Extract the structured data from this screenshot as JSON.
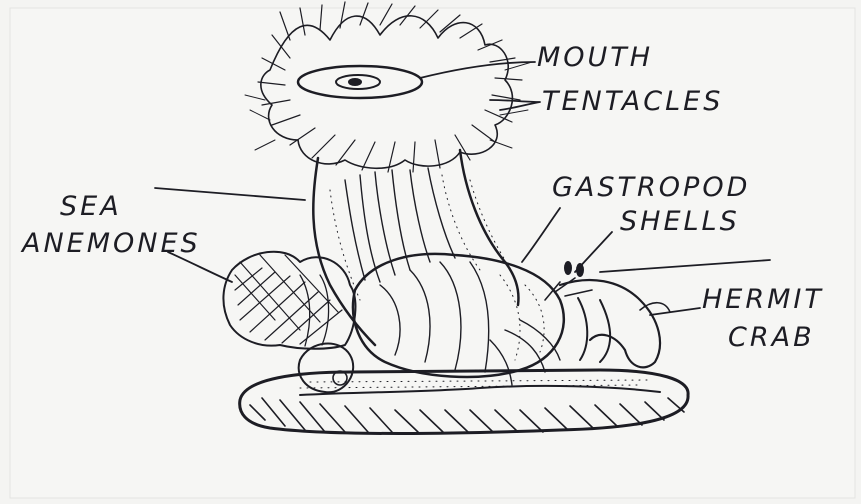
{
  "labels": {
    "mouth": "MOUTH",
    "tentacles": "TENTACLES",
    "sea_line1": "SEA",
    "sea_line2": "ANEMONES",
    "gastropod_line1": "GASTROPOD",
    "gastropod_line2": "SHELLS",
    "hermit_line1": "HERMIT",
    "hermit_line2": "CRAB"
  },
  "colors": {
    "paper": "#f4f4f2",
    "ink": "#1d1d24"
  }
}
